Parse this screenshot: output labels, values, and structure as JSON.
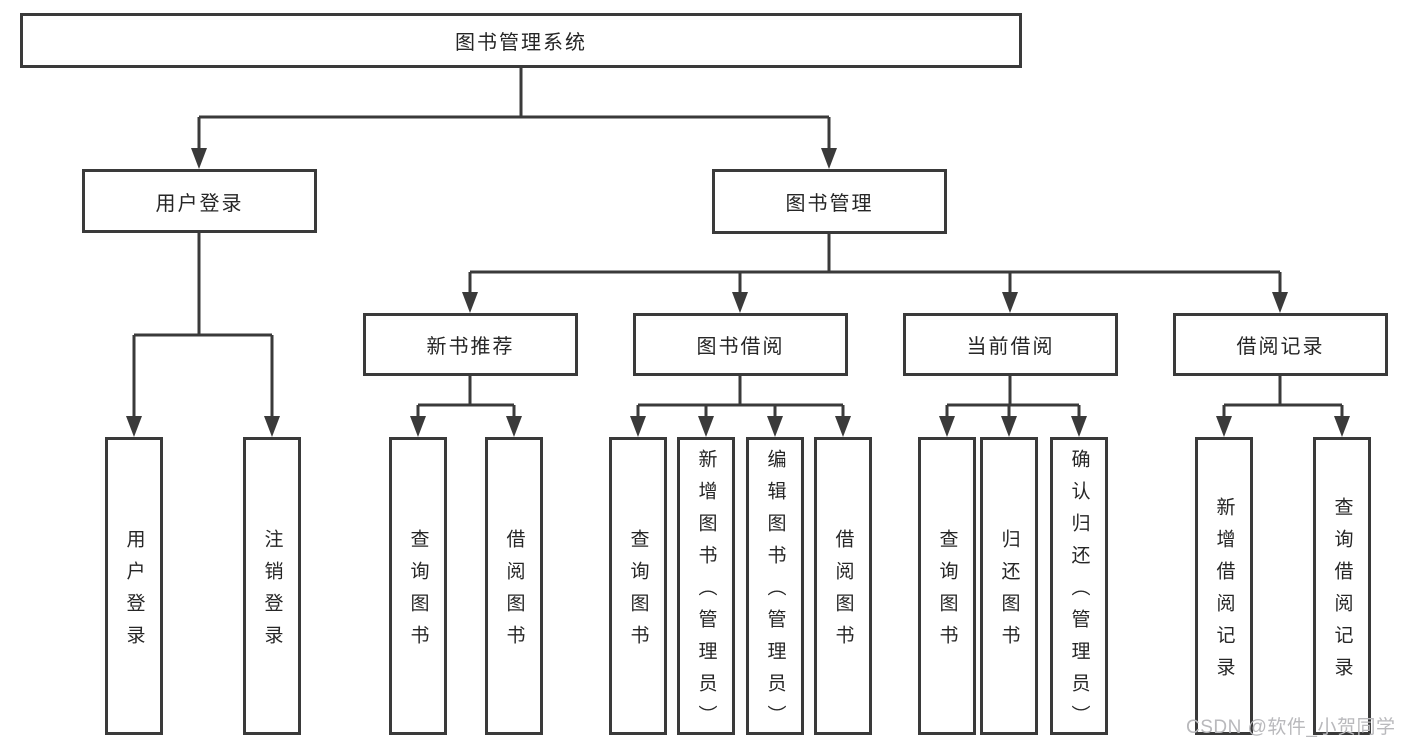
{
  "tree": {
    "root": {
      "label": "图书管理系统",
      "children": [
        {
          "label": "用户登录",
          "children": [
            {
              "label": "用户登录"
            },
            {
              "label": "注销登录"
            }
          ]
        },
        {
          "label": "图书管理",
          "children": [
            {
              "label": "新书推荐",
              "children": [
                {
                  "label": "查询图书"
                },
                {
                  "label": "借阅图书"
                }
              ]
            },
            {
              "label": "图书借阅",
              "children": [
                {
                  "label": "查询图书"
                },
                {
                  "label": "新增图书（管理员）"
                },
                {
                  "label": "编辑图书（管理员）"
                },
                {
                  "label": "借阅图书"
                }
              ]
            },
            {
              "label": "当前借阅",
              "children": [
                {
                  "label": "查询图书"
                },
                {
                  "label": "归还图书"
                },
                {
                  "label": "确认归还（管理员）"
                }
              ]
            },
            {
              "label": "借阅记录",
              "children": [
                {
                  "label": "新增借阅记录"
                },
                {
                  "label": "查询借阅记录"
                }
              ]
            }
          ]
        }
      ]
    }
  },
  "watermark": {
    "text": "CSDN @软件_小贺同学"
  },
  "colors": {
    "line": "#3a3a3a",
    "box_border": "#3a3a3a",
    "text": "#262626",
    "watermark": "#b9b9bc",
    "background": "#ffffff"
  }
}
